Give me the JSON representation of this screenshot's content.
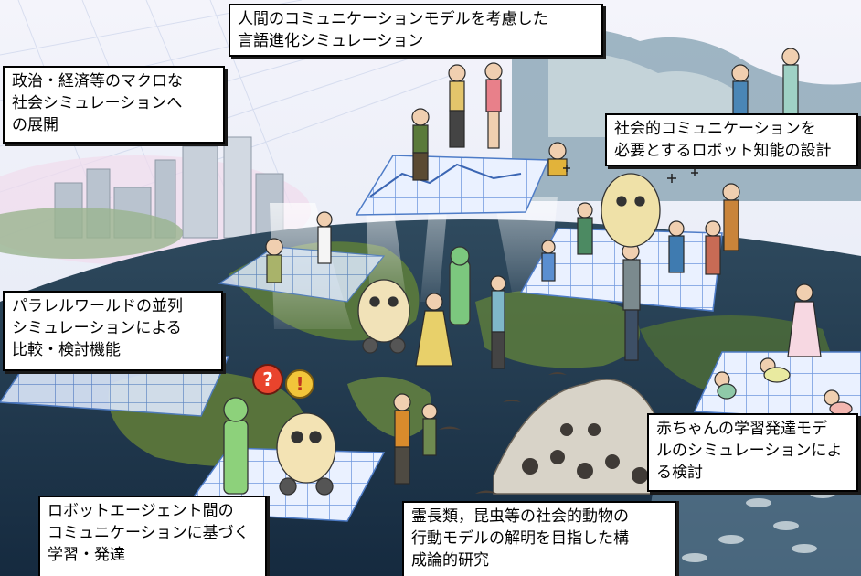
{
  "labels": {
    "language_evolution": {
      "lines": [
        "人間のコミュニケーションモデルを考慮した",
        "言語進化シミュレーション"
      ]
    },
    "macro_society": {
      "lines": [
        "政治・経済等のマクロな",
        "社会シミュレーションへ",
        "の展開"
      ]
    },
    "robot_intelligence": {
      "lines": [
        "社会的コミュニケーションを",
        "必要とするロボット知能の設計"
      ]
    },
    "parallel_world": {
      "lines": [
        "パラレルワールドの並列",
        "シミュレーションによる",
        "比較・検討機能"
      ]
    },
    "baby_learning": {
      "lines": [
        "赤ちゃんの学習発達モデ",
        "ルのシミュレーションによ",
        "る検討"
      ]
    },
    "robot_agent": {
      "lines": [
        "ロボットエージェント間の",
        "コミュニケーションに基づく",
        "学習・発達"
      ]
    },
    "social_animals": {
      "lines": [
        "霊長類，昆虫等の社会的動物の",
        "行動モデルの解明を目指した構",
        "成論的研究"
      ]
    }
  },
  "bubbles": {
    "question": "?",
    "exclamation": "!"
  },
  "colors": {
    "sky": "#e9edf8",
    "grid": "#7fa7e8",
    "earth_dark": "#1a3248",
    "land": "#5f7d3d",
    "outline": "#000000"
  }
}
